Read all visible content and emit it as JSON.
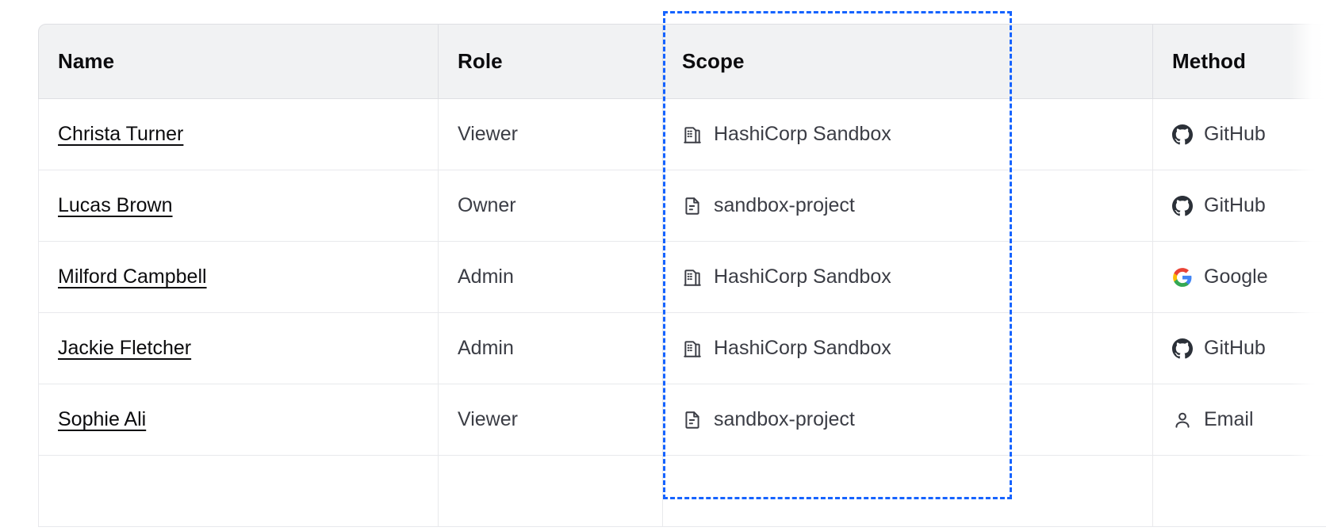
{
  "table": {
    "columns": [
      {
        "key": "name",
        "label": "Name"
      },
      {
        "key": "role",
        "label": "Role"
      },
      {
        "key": "scope",
        "label": "Scope"
      },
      {
        "key": "method",
        "label": "Method"
      }
    ],
    "rows": [
      {
        "name": "Christa Turner",
        "role": "Viewer",
        "scope": "HashiCorp Sandbox",
        "scope_icon": "organization-icon",
        "method": "GitHub",
        "method_icon": "github-icon"
      },
      {
        "name": "Lucas Brown",
        "role": "Owner",
        "scope": "sandbox-project",
        "scope_icon": "project-document-icon",
        "method": "GitHub",
        "method_icon": "github-icon"
      },
      {
        "name": "Milford Campbell",
        "role": "Admin",
        "scope": "HashiCorp Sandbox",
        "scope_icon": "organization-icon",
        "method": "Google",
        "method_icon": "google-icon"
      },
      {
        "name": "Jackie Fletcher",
        "role": "Admin",
        "scope": "HashiCorp Sandbox",
        "scope_icon": "organization-icon",
        "method": "GitHub",
        "method_icon": "github-icon"
      },
      {
        "name": "Sophie Ali",
        "role": "Viewer",
        "scope": "sandbox-project",
        "scope_icon": "project-document-icon",
        "method": "Email",
        "method_icon": "user-icon"
      },
      {
        "name": "",
        "role": "",
        "scope": "",
        "scope_icon": "",
        "method": "",
        "method_icon": ""
      }
    ]
  },
  "highlight": {
    "target_column": "Scope",
    "color": "#1563ff",
    "style": "dashed"
  },
  "colors": {
    "header_background": "#f1f2f3",
    "header_text": "#0c0c0e",
    "body_text": "#3b3d45",
    "link_text": "#0c0c0e",
    "border": "#e8e9ec",
    "github": "#2b3038",
    "google_blue": "#4285f4",
    "google_green": "#34a853",
    "google_yellow": "#fbbc05",
    "google_red": "#ea4335",
    "icon_gray": "#3b3d45"
  }
}
